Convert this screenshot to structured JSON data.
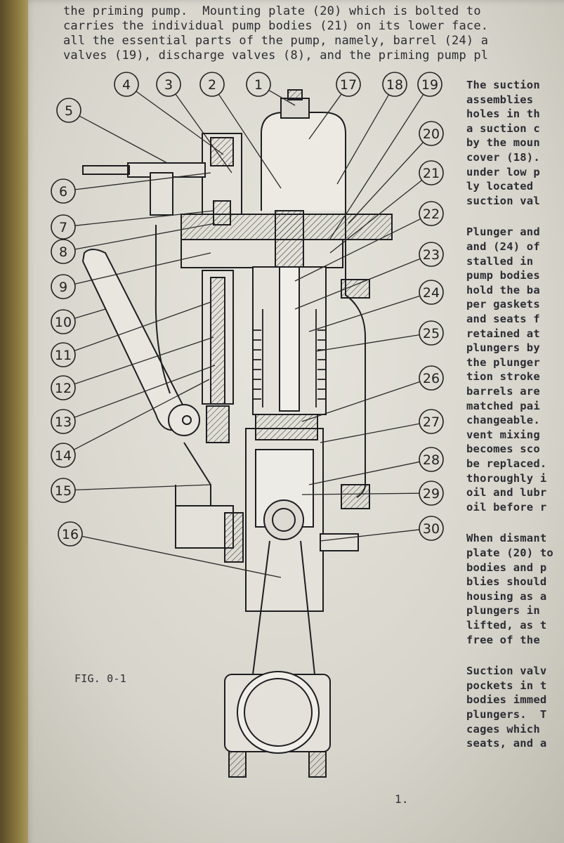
{
  "top_text": [
    "the priming pump.  Mounting plate (20) which is bolted to",
    "carries the individual pump bodies (21) on its lower face.",
    "all the essential parts of the pump, namely, barrel (24) a",
    "valves (19), discharge valves (8), and the priming pump pl"
  ],
  "right_column": [
    "The suction",
    "assemblies",
    "holes in th",
    "a suction c",
    "by the moun",
    "cover (18).",
    "under low p",
    "ly located",
    "suction val",
    "",
    "Plunger and",
    "and (24) of",
    "stalled in",
    "pump bodies",
    "hold the ba",
    "per gaskets",
    "and seats f",
    "retained at",
    "plungers by",
    "the plunger",
    "tion stroke",
    "barrels are",
    "matched pai",
    "changeable.",
    "vent mixing",
    "becomes sco",
    "be replaced.",
    "thoroughly i",
    "oil and lubr",
    "oil before r",
    "",
    "When dismant",
    "plate (20) to",
    "bodies and p",
    "blies should",
    "housing as a",
    "plungers in",
    "lifted, as t",
    "free of the",
    "",
    "Suction valv",
    "pockets in t",
    "bodies immed",
    "plungers.  T",
    "cages which",
    "seats, and a"
  ],
  "figure": {
    "caption": "FIG. 0-1",
    "callouts_left": [
      "5",
      "6",
      "7",
      "8",
      "9",
      "10",
      "11",
      "12",
      "13",
      "14",
      "15",
      "16"
    ],
    "callouts_top": [
      "4",
      "3",
      "2",
      "1",
      "17",
      "18",
      "19"
    ],
    "callouts_right": [
      "20",
      "21",
      "22",
      "23",
      "24",
      "25",
      "26",
      "27",
      "28",
      "29",
      "30"
    ]
  },
  "page_number": "1."
}
